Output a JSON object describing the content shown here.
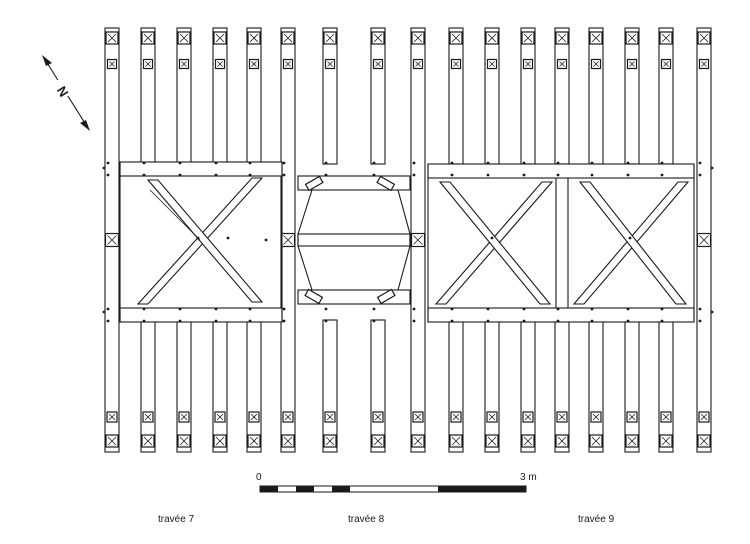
{
  "compass": {
    "label": "N",
    "icon": "north-arrow-icon"
  },
  "scale_bar": {
    "start_label": "0",
    "end_label": "3 m"
  },
  "bays": [
    {
      "label": "travée 7"
    },
    {
      "label": "travée 8"
    },
    {
      "label": "travée 9"
    }
  ],
  "colors": {
    "ink": "#1a1a1a",
    "paper": "#ffffff"
  }
}
